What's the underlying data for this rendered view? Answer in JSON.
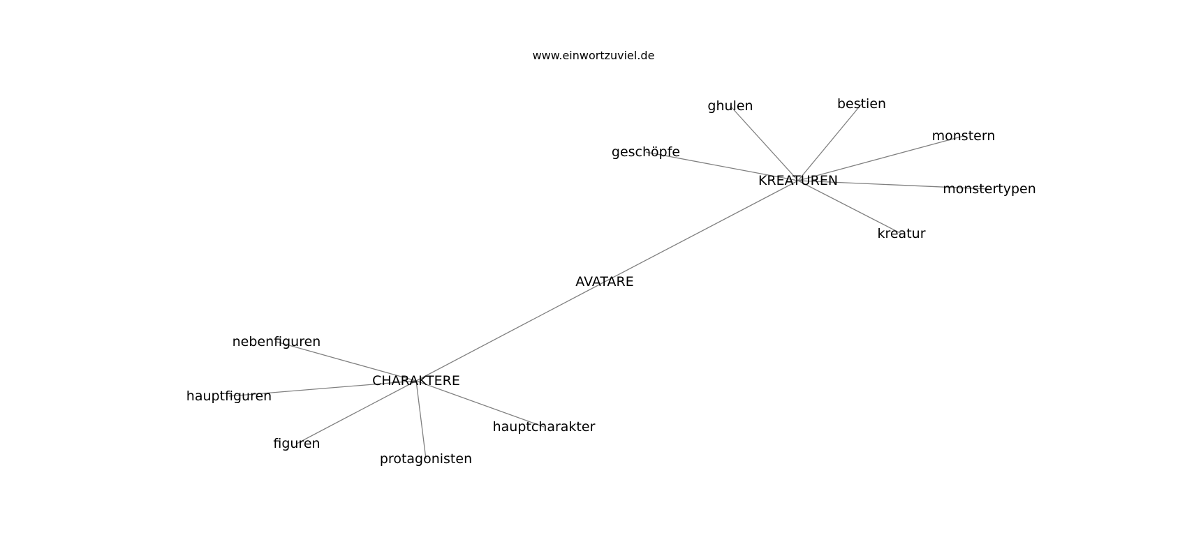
{
  "source_link": "www.einwortzuviel.de",
  "graph": {
    "nodes": [
      {
        "id": "avatare",
        "label": "AVATARE"
      },
      {
        "id": "kreaturen",
        "label": "KREATUREN"
      },
      {
        "id": "charaktere",
        "label": "CHARAKTERE"
      },
      {
        "id": "ghulen",
        "label": "ghulen"
      },
      {
        "id": "bestien",
        "label": "bestien"
      },
      {
        "id": "monstern",
        "label": "monstern"
      },
      {
        "id": "geschoepfe",
        "label": "geschöpfe"
      },
      {
        "id": "monstertypen",
        "label": "monstertypen"
      },
      {
        "id": "kreatur",
        "label": "kreatur"
      },
      {
        "id": "nebenfiguren",
        "label": "nebenfiguren"
      },
      {
        "id": "hauptfiguren",
        "label": "hauptfiguren"
      },
      {
        "id": "figuren",
        "label": "figuren"
      },
      {
        "id": "protagonisten",
        "label": "protagonisten"
      },
      {
        "id": "hauptcharakter",
        "label": "hauptcharakter"
      }
    ],
    "edges": [
      [
        "avatare",
        "kreaturen"
      ],
      [
        "avatare",
        "charaktere"
      ],
      [
        "kreaturen",
        "ghulen"
      ],
      [
        "kreaturen",
        "bestien"
      ],
      [
        "kreaturen",
        "monstern"
      ],
      [
        "kreaturen",
        "geschoepfe"
      ],
      [
        "kreaturen",
        "monstertypen"
      ],
      [
        "kreaturen",
        "kreatur"
      ],
      [
        "charaktere",
        "nebenfiguren"
      ],
      [
        "charaktere",
        "hauptfiguren"
      ],
      [
        "charaktere",
        "figuren"
      ],
      [
        "charaktere",
        "protagonisten"
      ],
      [
        "charaktere",
        "hauptcharakter"
      ]
    ],
    "colors": {
      "edge": "#808080",
      "label": "#000000",
      "background": "#ffffff"
    }
  }
}
